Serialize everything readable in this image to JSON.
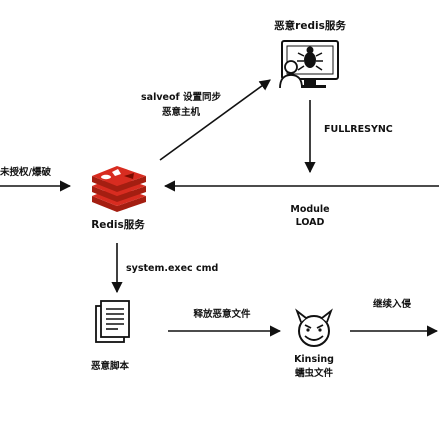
{
  "nodes": {
    "malicious_redis": {
      "label": "恶意redis服务",
      "icon": "monitor-bug-icon"
    },
    "redis": {
      "label": "Redis服务",
      "icon": "redis-logo-icon"
    },
    "script": {
      "label": "恶意脚本",
      "icon": "document-icon"
    },
    "kinsing": {
      "label_line1": "Kinsing",
      "label_line2": "蠕虫文件",
      "icon": "devil-face-icon"
    }
  },
  "edges": {
    "unauth": {
      "label": "未授权/爆破"
    },
    "slaveof": {
      "label_line1": "salveof 设置同步",
      "label_line2": "恶意主机"
    },
    "fullresync": {
      "label": "FULLRESYNC"
    },
    "module_load": {
      "label_line1": "Module",
      "label_line2": "LOAD"
    },
    "system_exec": {
      "label": "system.exec cmd"
    },
    "release": {
      "label": "释放恶意文件"
    },
    "continue": {
      "label": "继续入侵"
    }
  }
}
